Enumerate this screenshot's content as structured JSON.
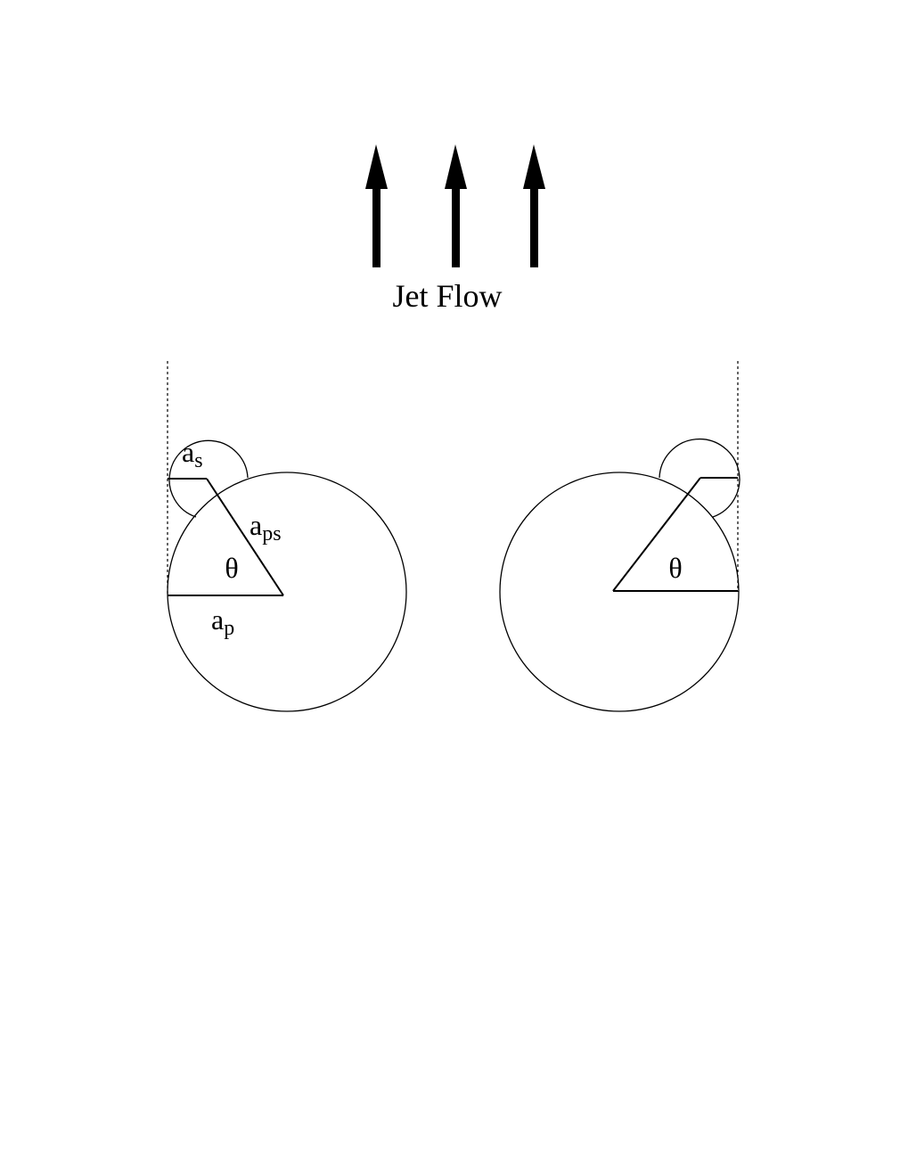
{
  "flow": {
    "label": "Jet Flow",
    "arrow_count": 3
  },
  "left_particle": {
    "angle_label": "θ",
    "secondary_radius_base": "a",
    "secondary_radius_sub": "s",
    "separation_base": "a",
    "separation_sub": "ps",
    "primary_radius_base": "a",
    "primary_radius_sub": "p"
  },
  "right_particle": {
    "angle_label": "θ"
  },
  "colors": {
    "line": "#000000",
    "background": "#ffffff"
  }
}
